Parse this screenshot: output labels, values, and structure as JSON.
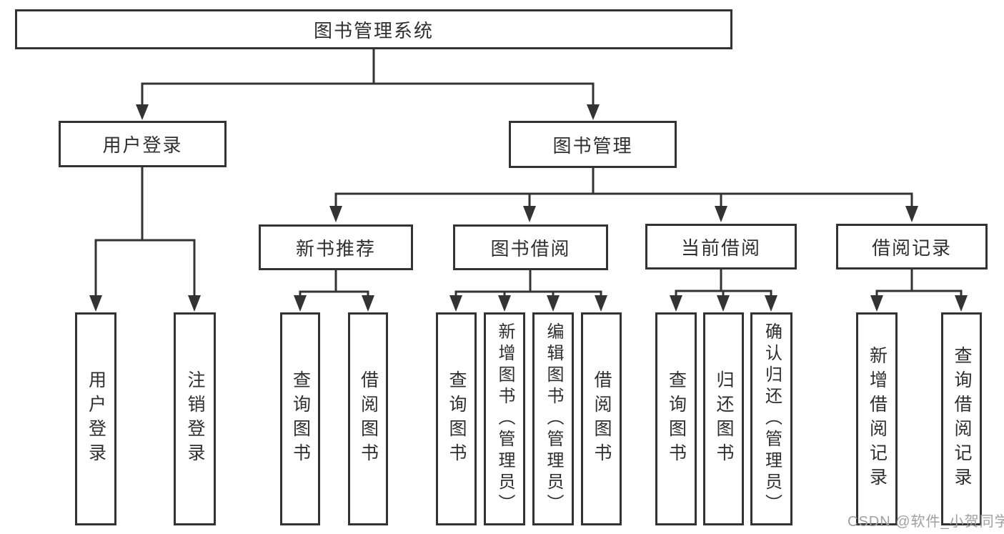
{
  "diagram": {
    "root": {
      "label": "图书管理系统"
    },
    "login": {
      "label": "用户登录",
      "children": [
        {
          "label": "用户登录"
        },
        {
          "label": "注销登录"
        }
      ]
    },
    "mgmt": {
      "label": "图书管理",
      "sections": [
        {
          "label": "新书推荐",
          "children": [
            {
              "label": "查询图书"
            },
            {
              "label": "借阅图书"
            }
          ]
        },
        {
          "label": "图书借阅",
          "children": [
            {
              "label": "查询图书"
            },
            {
              "label": "新增图书（管理员）"
            },
            {
              "label": "编辑图书（管理员）"
            },
            {
              "label": "借阅图书"
            }
          ]
        },
        {
          "label": "当前借阅",
          "children": [
            {
              "label": "查询图书"
            },
            {
              "label": "归还图书"
            },
            {
              "label": "确认归还（管理员）"
            }
          ]
        },
        {
          "label": "借阅记录",
          "children": [
            {
              "label": "新增借阅记录"
            },
            {
              "label": "查询借阅记录"
            }
          ]
        }
      ]
    }
  },
  "watermark": {
    "text": "CSDN @软件_小贺同学"
  },
  "colors": {
    "line": "#333333",
    "box_border": "#333333",
    "text": "#2f2f2f",
    "watermark": "#a0a0a0",
    "background": "#ffffff"
  }
}
